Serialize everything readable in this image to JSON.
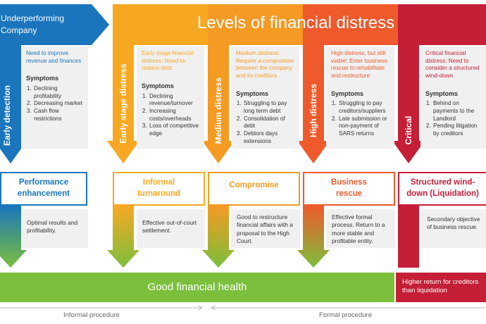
{
  "title": "Levels of financial distress",
  "company_label": "Underperforming Company",
  "stages": [
    {
      "key": "early-detection",
      "label": "Early detection",
      "color": "#1a75bc",
      "intro": "Need to improve revenue and finances",
      "symptoms_heading": "Symptoms",
      "symptoms": [
        "Declining profitability",
        "Decreasing market",
        "Cash flow restrictions"
      ],
      "outcome": "Performance enhancement",
      "result": "Optimal results and profitability."
    },
    {
      "key": "early-stage-distress",
      "label": "Early stage distress",
      "color": "#f7a823",
      "intro": "Early stage financial distress: Need to reduce debt.",
      "symptoms_heading": "Symptoms",
      "symptoms": [
        "Declining revenue/turnover",
        "Increasing costs/overheads",
        "Loss of competitive edge"
      ],
      "outcome": "Informal turnaround",
      "result": "Effective out-of-court settlement."
    },
    {
      "key": "medium-distress",
      "label": "Medium distress",
      "color": "#f59a23",
      "intro": "Medium distress: Require a compromise between the company and its creditors.",
      "symptoms_heading": "Symptoms",
      "symptoms": [
        "Struggling to pay long term debt",
        "Consolidation of debt",
        "Debtors days extensions"
      ],
      "outcome": "Compromise",
      "result": "Good to restructure financial affairs with a proposal to the High Court."
    },
    {
      "key": "high-distress",
      "label": "High distress",
      "color": "#ee5a2c",
      "intro": "High distress, but still viable: Enter business rescue to rehabilitate and restructure",
      "symptoms_heading": "Symptoms",
      "symptoms": [
        "Struggling to pay creditors/suppliers",
        "Late submission or non-payment of SARS returns"
      ],
      "outcome": "Business rescue",
      "result": "Effective formal process. Return to a more stable and profitable entity."
    },
    {
      "key": "critical",
      "label": "Critical",
      "color": "#c51e37",
      "intro": "Critical financial distress: Need to consider a structured wind-down",
      "symptoms_heading": "Symptoms",
      "symptoms": [
        "Behind on payments to the Landlord",
        "Pending litigation by creditors"
      ],
      "outcome": "Structured wind-down (Liquidation)",
      "result": "Secondary objective of business rescue."
    }
  ],
  "good_health": "Good financial health",
  "higher_return": "Higher return for creditors than liquidation",
  "informal_procedure": "Informal procedure",
  "formal_procedure": "Formal procedure",
  "colors": {
    "blue": "#1a75bc",
    "green": "#7bbf3c",
    "orange": "#f59a23",
    "red_orange": "#ee5a2c",
    "red": "#c51e37",
    "panel": "#f0f0f0"
  }
}
